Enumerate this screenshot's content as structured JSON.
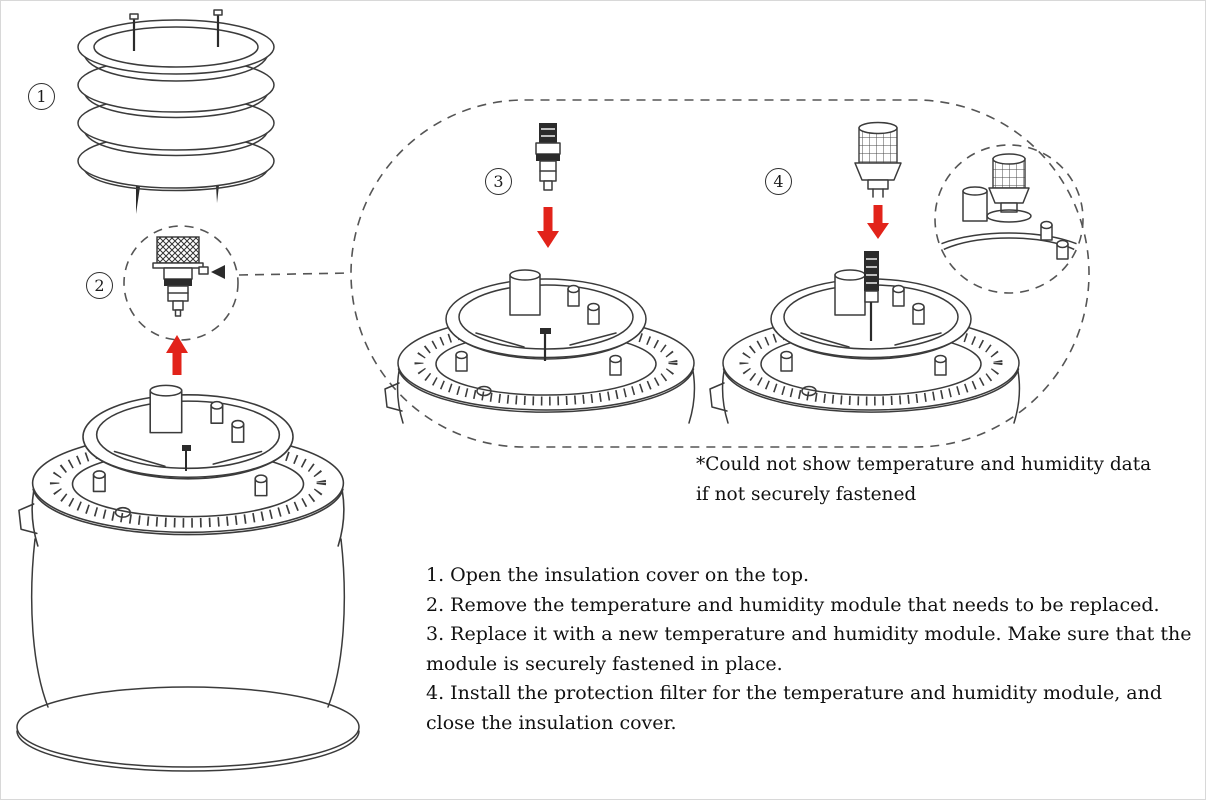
{
  "page": {
    "title": "Temperature and humidity module replacement diagram",
    "background": "#ffffff"
  },
  "colors": {
    "line": "#3b3b3b",
    "dashed_outline": "#555555",
    "arrow_red": "#e2231a",
    "text": "#111111"
  },
  "step_badges": [
    {
      "label": "1"
    },
    {
      "label": "2"
    },
    {
      "label": "3"
    },
    {
      "label": "4"
    }
  ],
  "note": {
    "line1": "*Could not show temperature and humidity data",
    "line2": "if not securely fastened"
  },
  "instructions": [
    {
      "text": "1. Open the insulation cover on the top."
    },
    {
      "text": "2. Remove the temperature and humidity module that needs to be replaced."
    },
    {
      "text": "3. Replace it with a new temperature and humidity module. Make sure that the module is securely fastened in place."
    },
    {
      "text": "4. Install the protection filter for the temperature and humidity module, and close the insulation cover."
    }
  ],
  "icons": {
    "red_up_arrow": "▲",
    "red_down_arrow": "▼"
  }
}
